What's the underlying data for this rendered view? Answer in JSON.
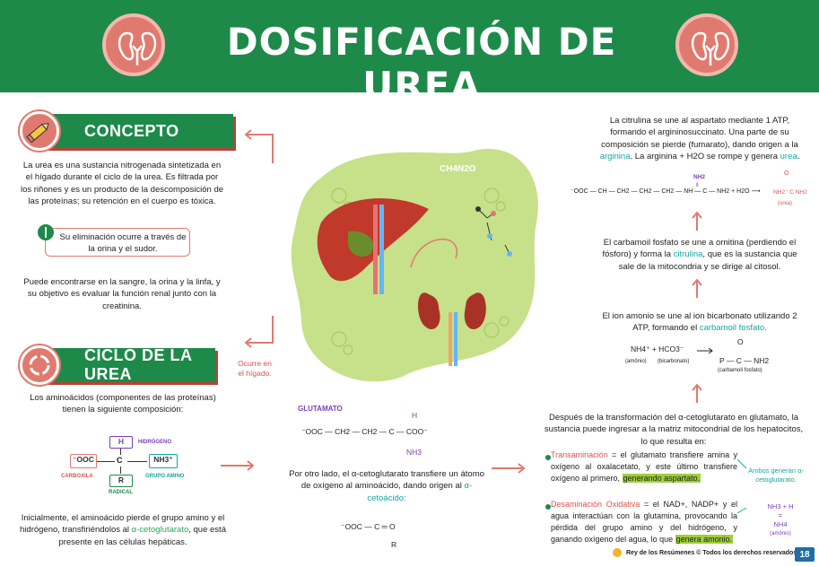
{
  "header": {
    "title": "DOSIFICACIÓN DE UREA"
  },
  "concept": {
    "title": "CONCEPTO",
    "paragraph1": "La urea es una sustancia nitrogenada sintetizada en el hígado durante el ciclo de la urea. Es filtrada por los riñones y es un producto de la descomposición de las proteínas; su retención en el cuerpo es tóxica.",
    "note": "Su eliminación ocurre a través de la orina y el sudor.",
    "paragraph2": "Puede encontrarse en la sangre, la orina y la linfa, y su objetivo es evaluar la función renal junto con la creatinina."
  },
  "cycle": {
    "title": "CICLO DE LA UREA",
    "liver_note_line1": "Ocurre en",
    "liver_note_line2": "el hígado.",
    "composition": "Los aminoácidos (componentes de las proteínas) tienen la siguiente composición:",
    "diagram": {
      "h": "H",
      "c": "C",
      "r": "R",
      "ooc": "⁻OOC",
      "nh3": "NH3⁺",
      "lbl_hidrogeno": "HIDRÓGENO",
      "lbl_carboxila": "CARBOXILA",
      "lbl_grupo_amino": "GRUPO AMINO",
      "lbl_radical": "RADICAL"
    },
    "initially_a": "Inicialmente, el aminoácido pierde el grupo amino y el hidrógeno, transfiriéndolos al ",
    "initially_hl": "α-cetoglutarato",
    "initially_b": ", que está presente en las células hepáticas."
  },
  "middle": {
    "blob_label": "CH4N2O",
    "glutamato_label": "GLUTAMATO",
    "glut_h": "H",
    "glut_formula": "⁻OOC — CH2 — CH2 — C — COO⁻",
    "glut_nh3": "NH3",
    "transfer_a": "Por otro lado, el α-cetoglutarato transfiere un átomo de oxígeno al aminoácido, dando origen al ",
    "transfer_hl": "α-cetoácido:",
    "keto_formula": "⁻OOC — C ═ O",
    "keto_r": "R"
  },
  "right": {
    "citrulline_a": "La citrulina se une al aspartato mediante 1 ATP, formando el argininosuccinato. Una parte de su composición se pierde (fumarato), dando origen a la ",
    "citrulline_arg": "arginina",
    "citrulline_b": ". La arginina + H2O se rompe y genera ",
    "citrulline_urea": "urea",
    "citrulline_end": ".",
    "arg_formula": "⁻OOC — CH — CH2 — CH2 — CH2 — NH — C — NH2   +  H2O  ⟶",
    "arg_nh2": "NH2",
    "arg_nh": "NH",
    "urea_o": "O",
    "urea_formula": "NH2⁻ C NH2",
    "urea_label": "(urea)",
    "carbamoyl_a": "El carbamoil fosfato se une a ornitina (perdiendo el fósforo) y forma la ",
    "carbamoyl_cit": "citrulina",
    "carbamoyl_b": ", que es la sustancia que sale de la mitocondria y se dirige al citosol.",
    "ammonium_a": "El ion amonio se une al ion bicarbonato utilizando 2 ATP, formando el ",
    "ammonium_hl": "carbamoil fosfato.",
    "nh4": "NH4⁺  +   HCO3⁻",
    "lbl_amonio": "(amônio)",
    "lbl_bicarbonato": "(bicarbonato)",
    "cp_o": "O",
    "cp_formula": "P — C — NH2",
    "lbl_carbamoil": "(carbamoil fosfato)",
    "after_transform": "Después de la transformación del α-cetoglutarato en glutamato, la sustancia puede ingresar a la matriz mitocondrial de los hepatocitos, lo que resulta en:",
    "trans_term": "Transaminación",
    "trans_a": " = el glutamato transfiere amina y oxígeno al oxalacetato, y este último transfiere oxígeno al primero, ",
    "trans_hl": "generando aspartato.",
    "deam_term": "Desaminación Oxidativa",
    "deam_a": " = el NAD+, NADP+ y el agua interactúan con la glutamina, provocando la pérdida del grupo amino y del hidrógeno, y ganando oxígeno del agua, lo que ",
    "deam_hl": "genera amonio.",
    "both_generate": "Ambos generan α-cetoglutarato.",
    "nh3h": "NH3 + H",
    "eq": "=",
    "nh4b": "NH4",
    "lbl_amonio2": "(amônio)"
  },
  "footer": {
    "text": "Rey de los Resúmenes © Todos los derechos reservados",
    "page": "18"
  },
  "colors": {
    "green": "#1e8a4a",
    "accent_red": "#e07a6f",
    "highlight": "#9fcf3a",
    "teal": "#17a6a0",
    "purple": "#7a3fb8"
  }
}
